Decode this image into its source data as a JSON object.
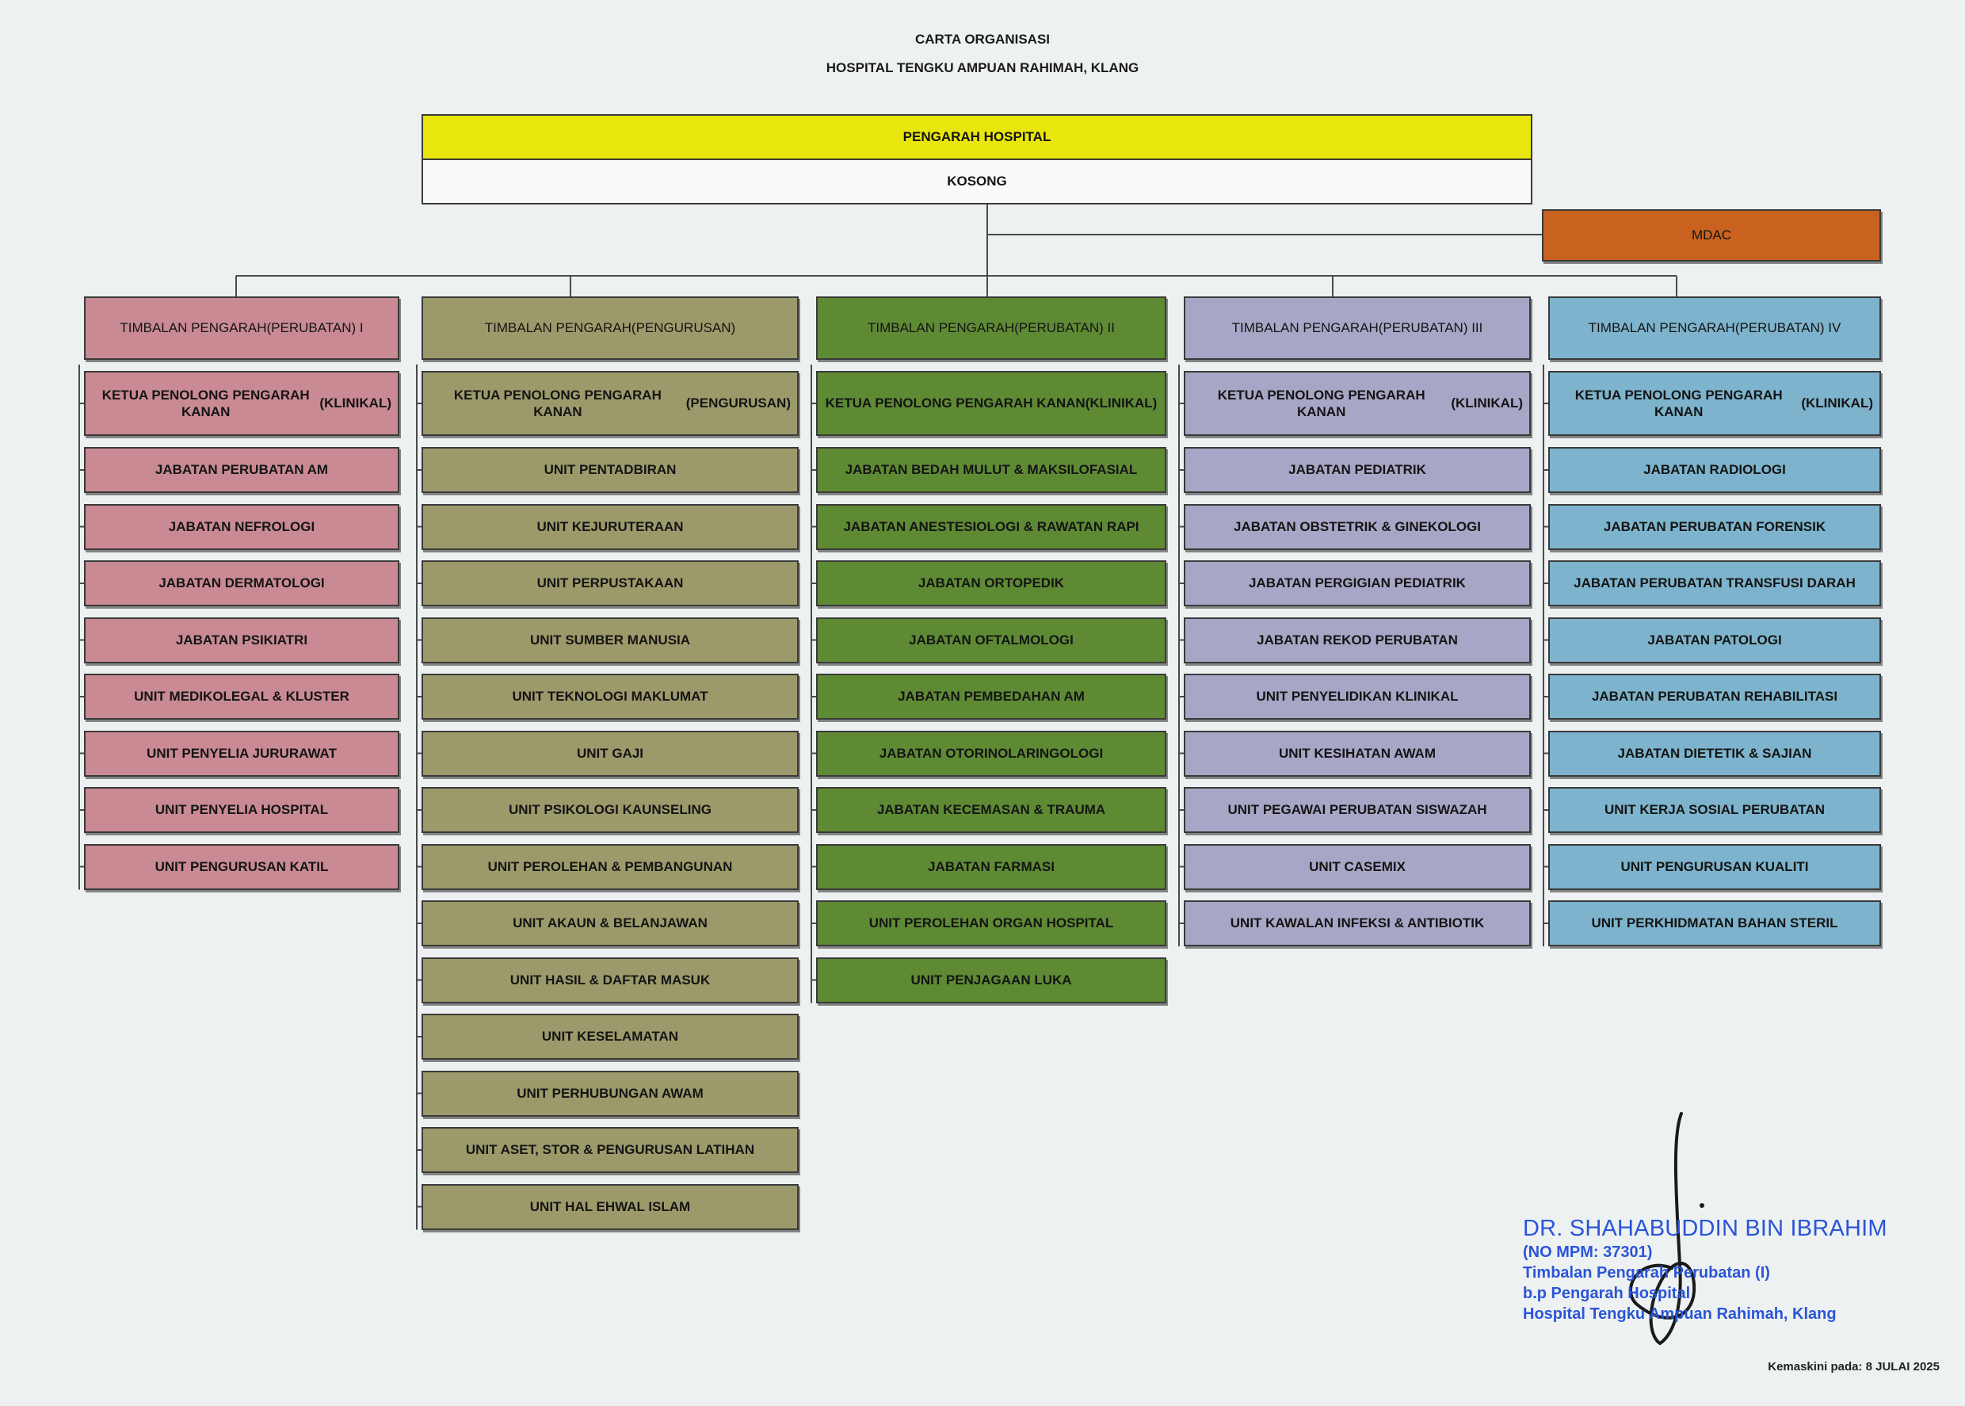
{
  "header": {
    "title": "CARTA ORGANISASI",
    "subtitle": "HOSPITAL TENGKU AMPUAN RAHIMAH, KLANG"
  },
  "director": {
    "title": "PENGARAH HOSPITAL",
    "name": "KOSONG",
    "color": "#e8e60a"
  },
  "mdac": {
    "label": "MDAC",
    "color": "#c8621e"
  },
  "columns": [
    {
      "header": [
        "TIMBALAN PENGARAH",
        "(PERUBATAN) I"
      ],
      "color": "#c98a93",
      "items": [
        [
          "KETUA PENOLONG PENGARAH KANAN",
          "(KLINIKAL)"
        ],
        [
          "JABATAN PERUBATAN AM"
        ],
        [
          "JABATAN NEFROLOGI"
        ],
        [
          "JABATAN DERMATOLOGI"
        ],
        [
          "JABATAN PSIKIATRI"
        ],
        [
          "UNIT MEDIKOLEGAL & KLUSTER"
        ],
        [
          "UNIT PENYELIA JURURAWAT"
        ],
        [
          "UNIT PENYELIA HOSPITAL"
        ],
        [
          "UNIT PENGURUSAN KATIL"
        ]
      ]
    },
    {
      "header": [
        "TIMBALAN PENGARAH",
        "(PENGURUSAN)"
      ],
      "color": "#9c9a6a",
      "items": [
        [
          "KETUA PENOLONG PENGARAH KANAN",
          "(PENGURUSAN)"
        ],
        [
          "UNIT PENTADBIRAN"
        ],
        [
          "UNIT KEJURUTERAAN"
        ],
        [
          "UNIT PERPUSTAKAAN"
        ],
        [
          "UNIT SUMBER MANUSIA"
        ],
        [
          "UNIT TEKNOLOGI MAKLUMAT"
        ],
        [
          "UNIT GAJI"
        ],
        [
          "UNIT PSIKOLOGI KAUNSELING"
        ],
        [
          "UNIT PEROLEHAN & PEMBANGUNAN"
        ],
        [
          "UNIT AKAUN & BELANJAWAN"
        ],
        [
          "UNIT HASIL & DAFTAR MASUK"
        ],
        [
          "UNIT KESELAMATAN"
        ],
        [
          "UNIT PERHUBUNGAN AWAM"
        ],
        [
          "UNIT ASET, STOR & PENGURUSAN LATIHAN"
        ],
        [
          "UNIT HAL EHWAL ISLAM"
        ]
      ]
    },
    {
      "header": [
        "TIMBALAN PENGARAH",
        "(PERUBATAN) II"
      ],
      "color": "#5e8a34",
      "items": [
        [
          "KETUA PENOLONG PENGARAH KANAN",
          "(KLINIKAL)"
        ],
        [
          "JABATAN BEDAH MULUT & MAKSILOFASIAL"
        ],
        [
          "JABATAN ANESTESIOLOGI & RAWATAN RAPI"
        ],
        [
          "JABATAN ORTOPEDIK"
        ],
        [
          "JABATAN OFTALMOLOGI"
        ],
        [
          "JABATAN PEMBEDAHAN AM"
        ],
        [
          "JABATAN OTORINOLARINGOLOGI"
        ],
        [
          "JABATAN KECEMASAN & TRAUMA"
        ],
        [
          "JABATAN FARMASI"
        ],
        [
          "UNIT PEROLEHAN ORGAN HOSPITAL"
        ],
        [
          "UNIT PENJAGAAN LUKA"
        ]
      ]
    },
    {
      "header": [
        "TIMBALAN PENGARAH",
        "(PERUBATAN) III"
      ],
      "color": "#a8a6c6",
      "items": [
        [
          "KETUA PENOLONG PENGARAH KANAN",
          "(KLINIKAL)"
        ],
        [
          "JABATAN PEDIATRIK"
        ],
        [
          "JABATAN OBSTETRIK & GINEKOLOGI"
        ],
        [
          "JABATAN PERGIGIAN PEDIATRIK"
        ],
        [
          "JABATAN REKOD PERUBATAN"
        ],
        [
          "UNIT PENYELIDIKAN KLINIKAL"
        ],
        [
          "UNIT KESIHATAN AWAM"
        ],
        [
          "UNIT PEGAWAI PERUBATAN SISWAZAH"
        ],
        [
          "UNIT CASEMIX"
        ],
        [
          "UNIT KAWALAN INFEKSI & ANTIBIOTIK"
        ]
      ]
    },
    {
      "header": [
        "TIMBALAN PENGARAH",
        "(PERUBATAN) IV"
      ],
      "color": "#7db3cc",
      "items": [
        [
          "KETUA PENOLONG PENGARAH KANAN",
          "(KLINIKAL)"
        ],
        [
          "JABATAN RADIOLOGI"
        ],
        [
          "JABATAN PERUBATAN FORENSIK"
        ],
        [
          "JABATAN PERUBATAN TRANSFUSI DARAH"
        ],
        [
          "JABATAN PATOLOGI"
        ],
        [
          "JABATAN PERUBATAN REHABILITASI"
        ],
        [
          "JABATAN DIETETIK & SAJIAN"
        ],
        [
          "UNIT KERJA SOSIAL PERUBATAN"
        ],
        [
          "UNIT PENGURUSAN KUALITI"
        ],
        [
          "UNIT PERKHIDMATAN BAHAN STERIL"
        ]
      ]
    }
  ],
  "signature": {
    "name": "DR. SHAHABUDDIN BIN IBRAHIM",
    "mpm": "(NO MPM: 37301)",
    "role": "Timbalan Pengarah Perubatan (I)",
    "on_behalf": "b.p Pengarah Hospital",
    "hospital": "Hospital Tengku Ampuan Rahimah, Klang",
    "color": "#2a55d8"
  },
  "updated": "Kemaskini pada: 8 JULAI 2025"
}
